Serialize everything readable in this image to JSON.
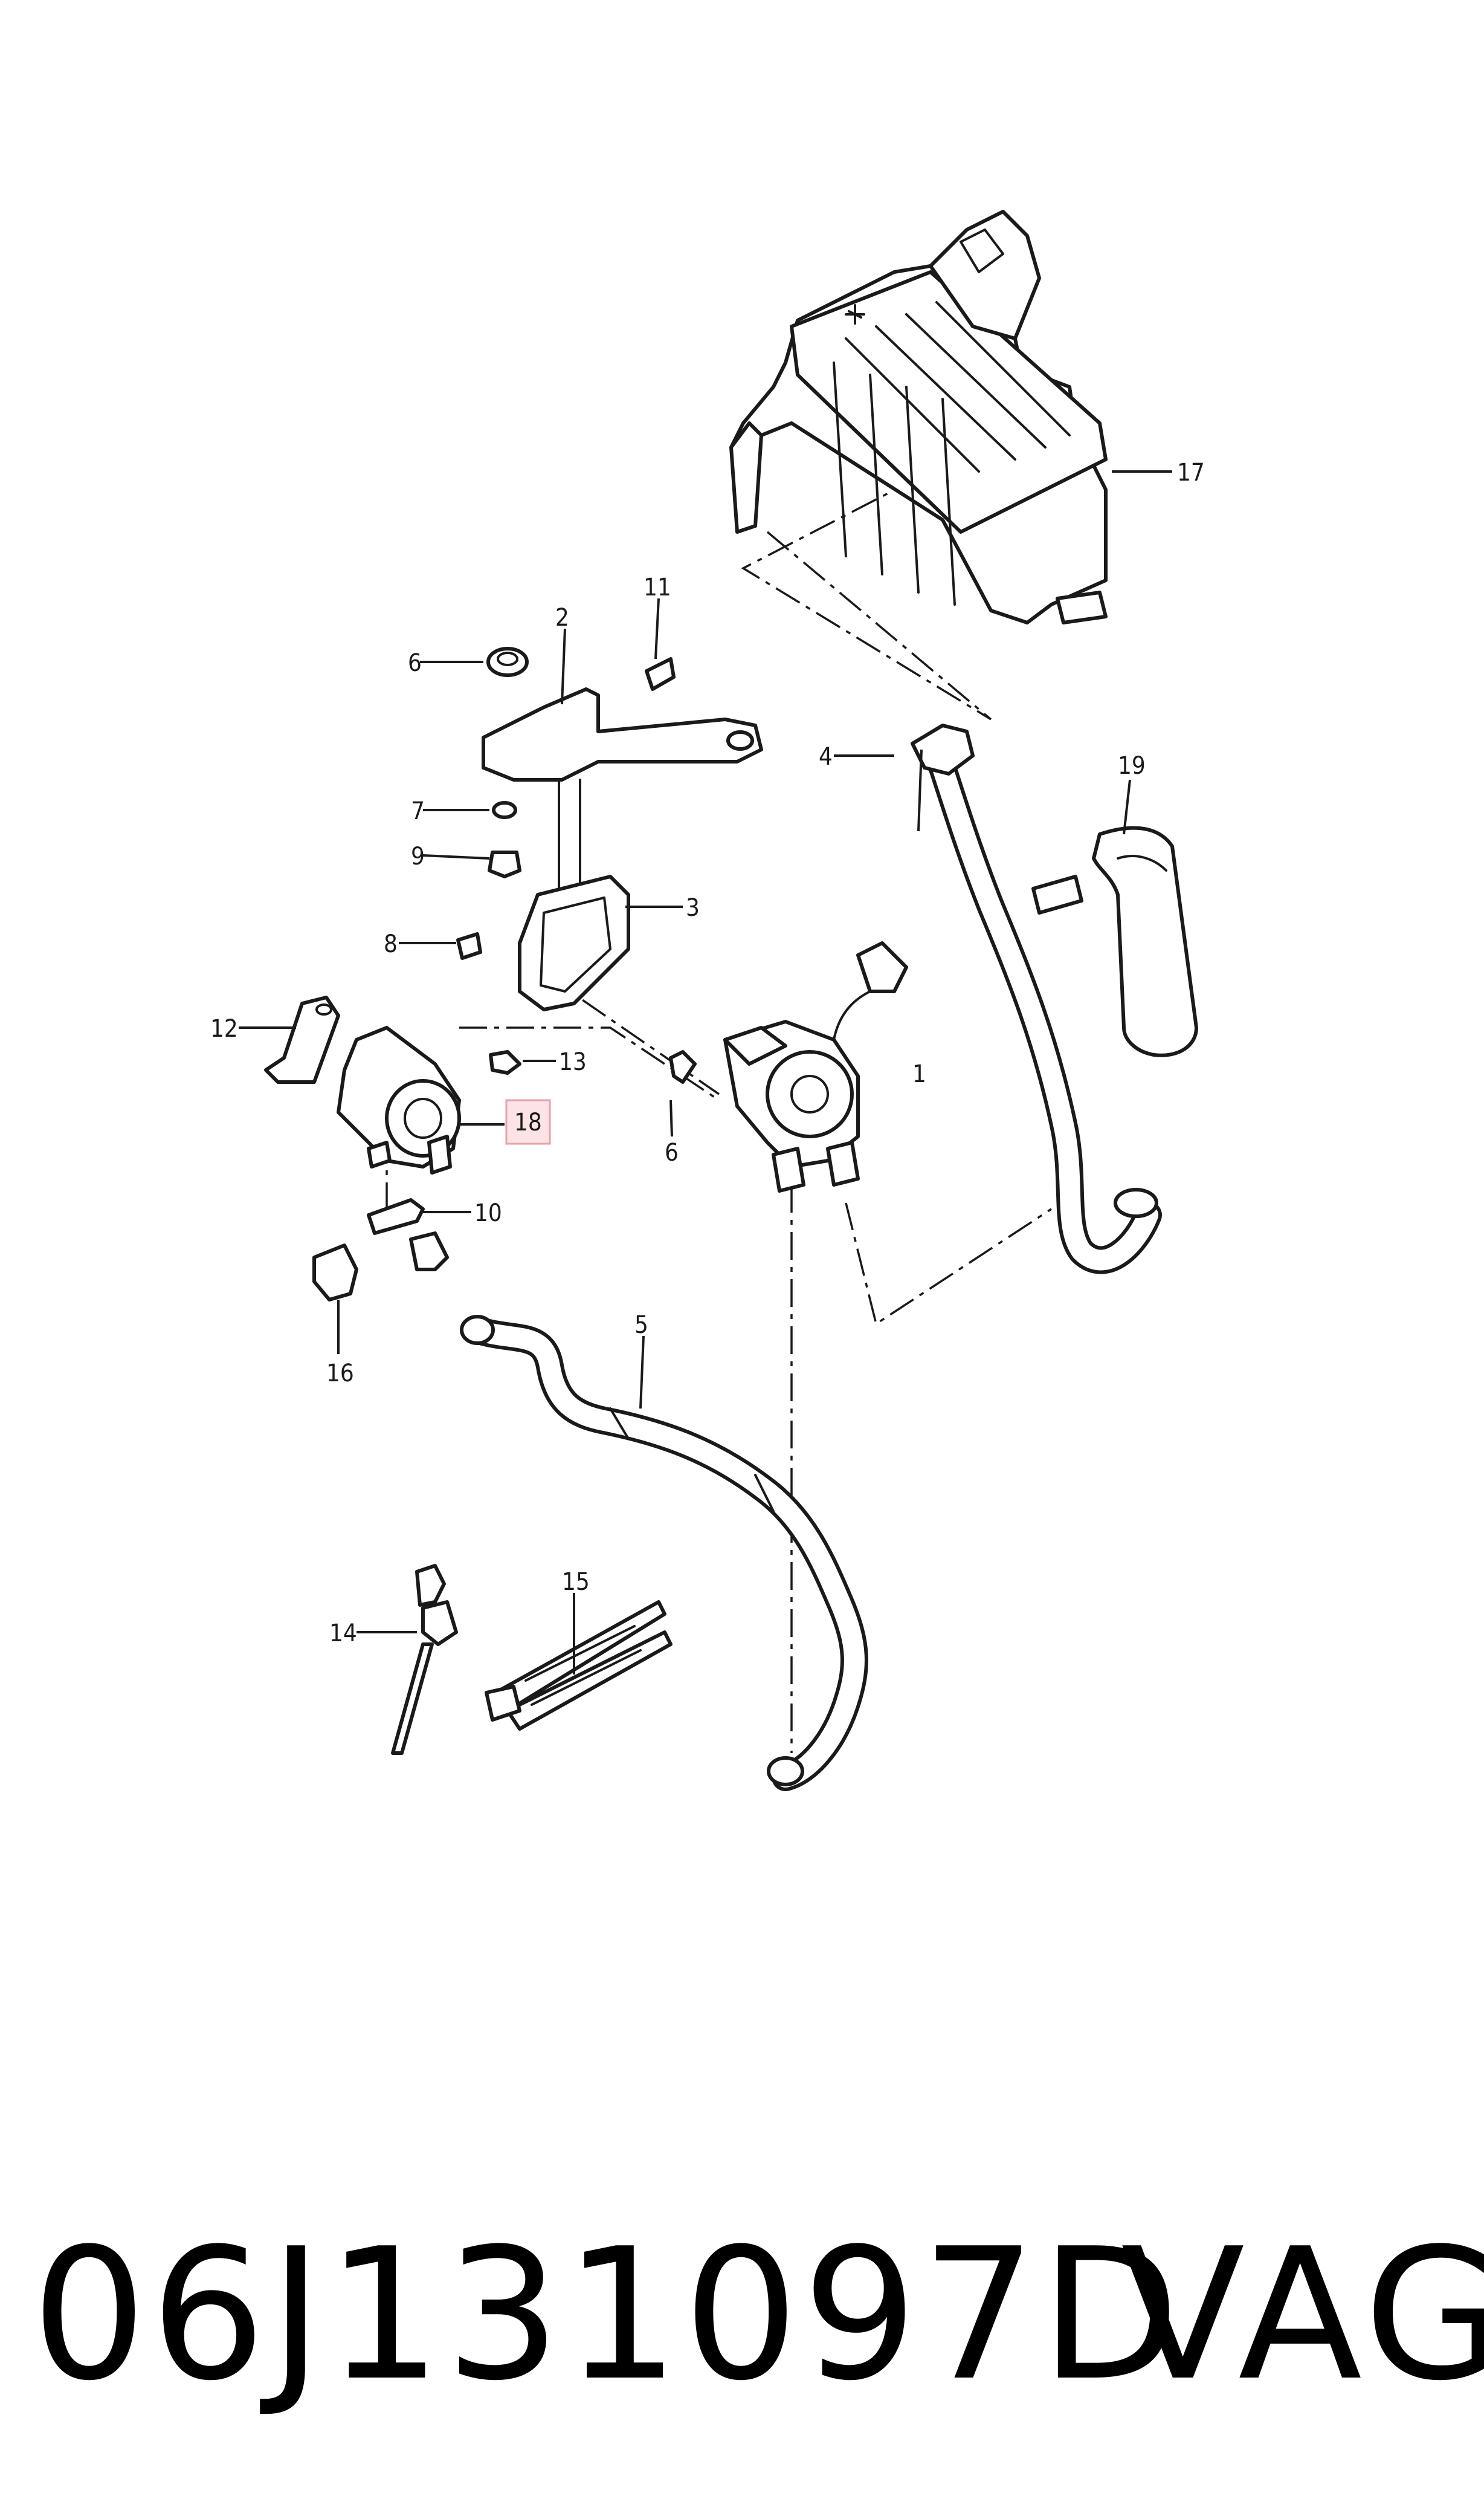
{
  "diagram": {
    "callouts": [
      "1",
      "2",
      "3",
      "4",
      "5",
      "6",
      "6",
      "7",
      "8",
      "9",
      "10",
      "11",
      "12",
      "13",
      "14",
      "15",
      "16",
      "17",
      "18",
      "19"
    ],
    "highlighted_callout": "18",
    "highlight_color": "#e8a0a8",
    "highlight_fill": "#fbe3e6"
  },
  "caption": {
    "part_number": "06J131097D",
    "brand": "VAG"
  }
}
